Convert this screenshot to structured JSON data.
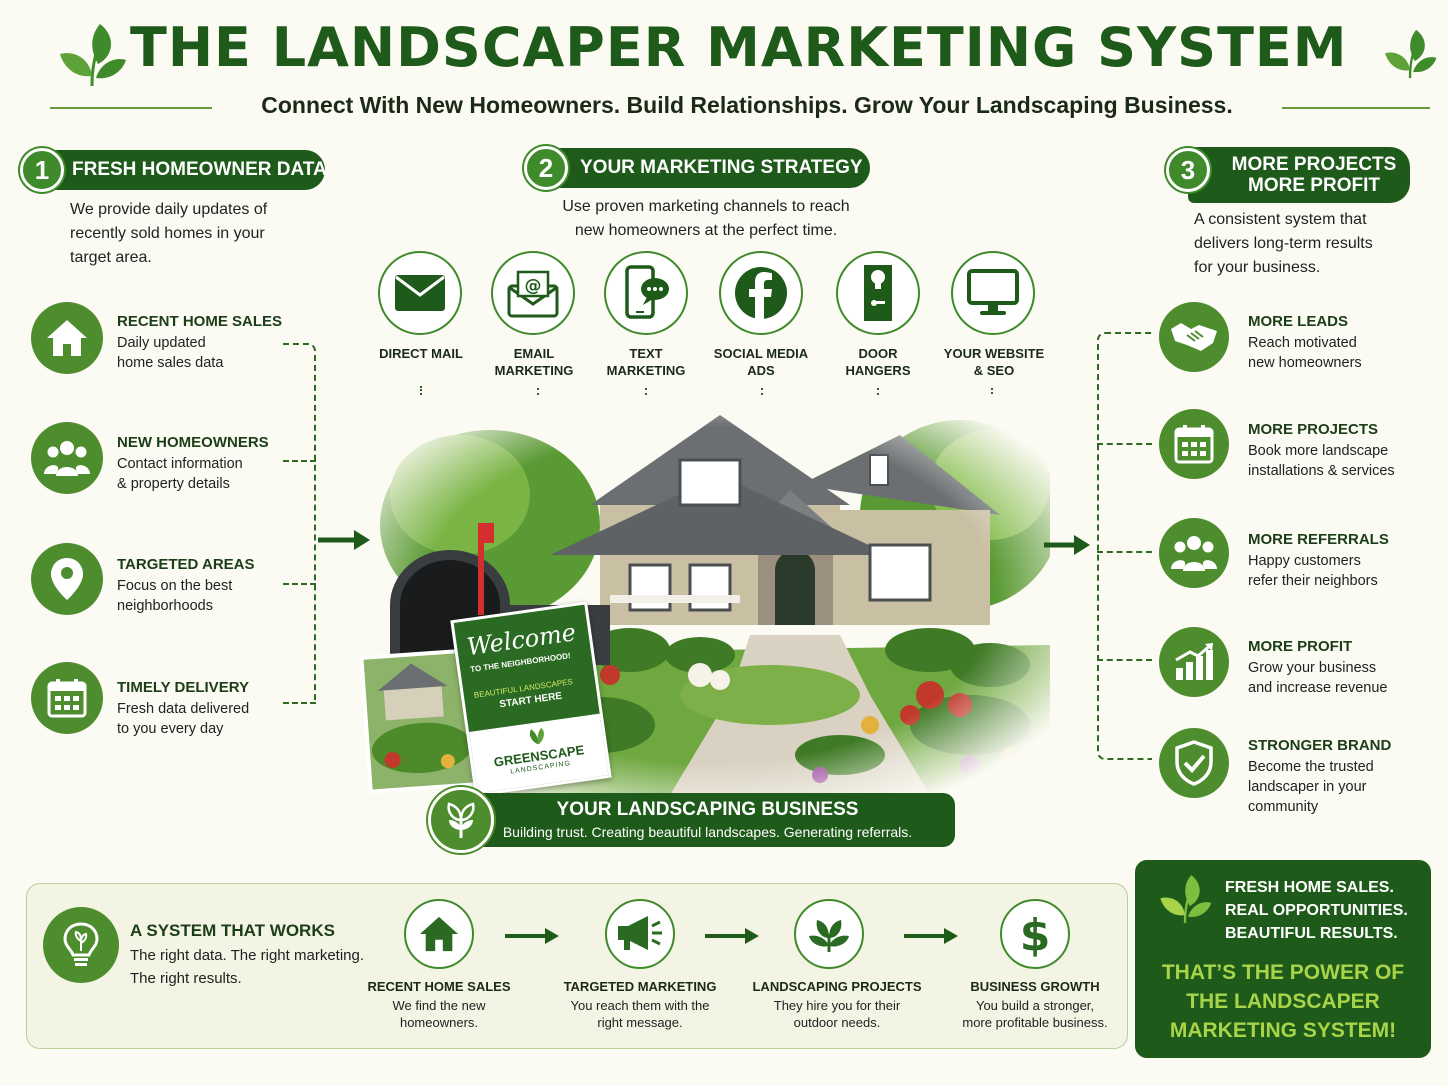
{
  "header": {
    "title": "THE LANDSCAPER MARKETING SYSTEM",
    "subtitle": "Connect With New Homeowners. Build Relationships. Grow Your Landscaping Business."
  },
  "steps": [
    {
      "number": "1",
      "title": "FRESH HOMEOWNER DATA",
      "text": "We provide daily updates of recently sold homes in your target area."
    },
    {
      "number": "2",
      "title": "YOUR MARKETING STRATEGY",
      "text": "Use proven marketing channels to reach new homeowners at the perfect time."
    },
    {
      "number": "3",
      "title_line1": "MORE PROJECTS",
      "title_line2": "MORE PROFIT",
      "text": "A consistent system that delivers long-term results for your business."
    }
  ],
  "data_features": [
    {
      "title": "RECENT HOME SALES",
      "desc_line1": "Daily updated",
      "desc_line2": "home sales data",
      "icon": "house-icon"
    },
    {
      "title": "NEW HOMEOWNERS",
      "desc_line1": "Contact information",
      "desc_line2": "& property details",
      "icon": "people-icon"
    },
    {
      "title": "TARGETED AREAS",
      "desc_line1": "Focus on the best",
      "desc_line2": "neighborhoods",
      "icon": "location-pin-icon"
    },
    {
      "title": "TIMELY DELIVERY",
      "desc_line1": "Fresh data delivered",
      "desc_line2": "to you every day",
      "icon": "calendar-icon"
    }
  ],
  "channels": [
    {
      "line1": "DIRECT MAIL",
      "line2": "",
      "icon": "envelope-icon"
    },
    {
      "line1": "EMAIL",
      "line2": "MARKETING",
      "icon": "email-at-icon"
    },
    {
      "line1": "TEXT",
      "line2": "MARKETING",
      "icon": "phone-chat-icon"
    },
    {
      "line1": "SOCIAL MEDIA",
      "line2": "ADS",
      "icon": "facebook-icon"
    },
    {
      "line1": "DOOR",
      "line2": "HANGERS",
      "icon": "door-hanger-icon"
    },
    {
      "line1": "YOUR WEBSITE",
      "line2": "& SEO",
      "icon": "monitor-icon"
    }
  ],
  "benefits": [
    {
      "title": "MORE LEADS",
      "lines": [
        "Reach motivated",
        "new homeowners"
      ],
      "icon": "handshake-icon"
    },
    {
      "title": "MORE PROJECTS",
      "lines": [
        "Book more landscape",
        "installations & services"
      ],
      "icon": "calendar-icon"
    },
    {
      "title": "MORE REFERRALS",
      "lines": [
        "Happy customers",
        "refer their neighbors"
      ],
      "icon": "people-icon"
    },
    {
      "title": "MORE PROFIT",
      "lines": [
        "Grow your business",
        "and increase revenue"
      ],
      "icon": "growth-chart-icon"
    },
    {
      "title": "STRONGER BRAND",
      "lines": [
        "Become the trusted",
        "landscaper in your",
        "community"
      ],
      "icon": "shield-check-icon"
    }
  ],
  "flyer": {
    "welcome": "Welcome",
    "to_the": "TO THE NEIGHBORHOOD!",
    "tag1": "BEAUTIFUL LANDSCAPES",
    "tag2": "START HERE",
    "brand": "GREENSCAPE",
    "brand_sub": "LANDSCAPING"
  },
  "business": {
    "title": "YOUR LANDSCAPING BUSINESS",
    "subtitle": "Building trust. Creating beautiful landscapes. Generating referrals."
  },
  "system": {
    "title": "A SYSTEM THAT WORKS",
    "line1": "The right data. The right marketing.",
    "line2": "The right results."
  },
  "flow": [
    {
      "title": "RECENT HOME SALES",
      "line1": "We find the new",
      "line2": "homeowners.",
      "icon": "house-icon"
    },
    {
      "title": "TARGETED MARKETING",
      "line1": "You reach them with the",
      "line2": "right message.",
      "icon": "megaphone-icon"
    },
    {
      "title": "LANDSCAPING PROJECTS",
      "line1": "They hire you for their",
      "line2": "outdoor needs.",
      "icon": "leaf-icon"
    },
    {
      "title": "BUSINESS GROWTH",
      "line1": "You build a stronger,",
      "line2": "more profitable business.",
      "icon": "dollar-icon"
    }
  ],
  "power": {
    "line1": "FRESH HOME SALES.",
    "line2": "REAL OPPORTUNITIES.",
    "line3": "BEAUTIFUL RESULTS.",
    "big1": "THAT’S THE POWER OF",
    "big2": "THE LANDSCAPER",
    "big3": "MARKETING SYSTEM!"
  },
  "colors": {
    "dark_green": "#1e5a1a",
    "mid_green": "#4e8d2e",
    "lime": "#a8d44a",
    "background": "#fbfaf3"
  }
}
